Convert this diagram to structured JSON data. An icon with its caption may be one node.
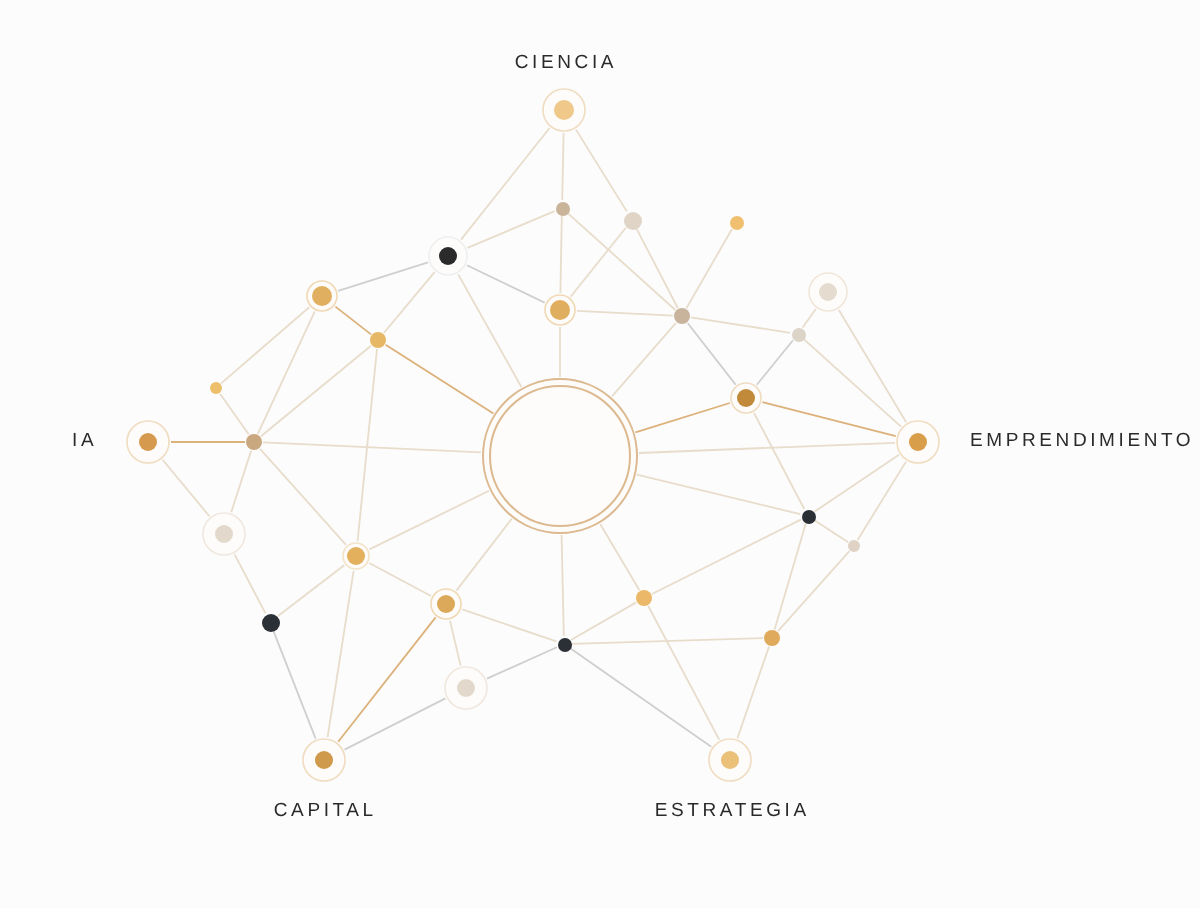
{
  "diagram": {
    "nodes": [
      {
        "text": [],
        "shape": "circle",
        "beside": [
          "CIENCIA"
        ]
      },
      {
        "text": [],
        "shape": "circle"
      },
      {
        "text": [],
        "shape": "circle"
      },
      {
        "text": [],
        "shape": "circle"
      },
      {
        "text": [],
        "shape": "circle"
      },
      {
        "text": [],
        "shape": "circle"
      },
      {
        "text": [],
        "shape": "circle"
      },
      {
        "text": [],
        "shape": "circle"
      },
      {
        "text": [],
        "shape": "circle"
      },
      {
        "text": [],
        "shape": "circle"
      },
      {
        "text": [],
        "shape": "circle"
      },
      {
        "text": [],
        "shape": "circle"
      },
      {
        "text": [],
        "shape": "circle"
      },
      {
        "text": [],
        "shape": "circle",
        "beside": [
          "IA"
        ]
      },
      {
        "text": [],
        "shape": "circle"
      },
      {
        "text": [],
        "shape": "circle"
      },
      {
        "text": [],
        "shape": "circle",
        "beside": [
          "EMPRENDIMIENTO"
        ]
      },
      {
        "text": [],
        "shape": "circle"
      },
      {
        "text": [],
        "shape": "circle"
      },
      {
        "text": [],
        "shape": "circle"
      },
      {
        "text": [],
        "shape": "circle"
      },
      {
        "text": [],
        "shape": "circle"
      },
      {
        "text": [],
        "shape": "circle"
      },
      {
        "text": [],
        "shape": "circle"
      },
      {
        "text": [],
        "shape": "circle"
      },
      {
        "text": [],
        "shape": "circle"
      },
      {
        "text": [],
        "shape": "circle"
      },
      {
        "text": [],
        "shape": "circle",
        "beside": [
          "CAPITAL"
        ]
      },
      {
        "text": [],
        "shape": "circle",
        "beside": [
          "ESTRATEGIA"
        ]
      }
    ],
    "edges": [
      {
        "from": 0,
        "to": 4,
        "arrow": "none"
      },
      {
        "from": 0,
        "to": 1,
        "arrow": "none"
      },
      {
        "from": 0,
        "to": 2,
        "arrow": "none"
      },
      {
        "from": 1,
        "to": 4,
        "arrow": "none"
      },
      {
        "from": 1,
        "to": 7,
        "arrow": "none"
      },
      {
        "from": 1,
        "to": 8,
        "arrow": "none"
      },
      {
        "from": 2,
        "to": 7,
        "arrow": "none"
      },
      {
        "from": 2,
        "to": 8,
        "arrow": "none"
      },
      {
        "from": 3,
        "to": 8,
        "arrow": "none"
      },
      {
        "from": 4,
        "to": 6,
        "arrow": "none",
        "color": "#cfcfcf"
      },
      {
        "from": 4,
        "to": 7,
        "arrow": "none",
        "color": "#cfcfcf"
      },
      {
        "from": 4,
        "to": 10,
        "arrow": "none"
      },
      {
        "from": 4,
        "to": 15,
        "arrow": "none"
      },
      {
        "from": 5,
        "to": 9,
        "arrow": "none"
      },
      {
        "from": 5,
        "to": 16,
        "arrow": "none"
      },
      {
        "from": 6,
        "to": 10,
        "arrow": "none",
        "color": "#dcb17a"
      },
      {
        "from": 6,
        "to": 11,
        "arrow": "none"
      },
      {
        "from": 6,
        "to": 14,
        "arrow": "none"
      },
      {
        "from": 7,
        "to": 8,
        "arrow": "none"
      },
      {
        "from": 7,
        "to": 15,
        "arrow": "none"
      },
      {
        "from": 8,
        "to": 9,
        "arrow": "none"
      },
      {
        "from": 8,
        "to": 12,
        "arrow": "none",
        "color": "#cfcfcf"
      },
      {
        "from": 8,
        "to": 15,
        "arrow": "none"
      },
      {
        "from": 9,
        "to": 12,
        "arrow": "none",
        "color": "#cfcfcf"
      },
      {
        "from": 9,
        "to": 16,
        "arrow": "none"
      },
      {
        "from": 10,
        "to": 14,
        "arrow": "none"
      },
      {
        "from": 10,
        "to": 15,
        "arrow": "none",
        "color": "#dcb17a"
      },
      {
        "from": 10,
        "to": 20,
        "arrow": "none"
      },
      {
        "from": 11,
        "to": 14,
        "arrow": "none"
      },
      {
        "from": 12,
        "to": 15,
        "arrow": "none",
        "color": "#dcb17a"
      },
      {
        "from": 12,
        "to": 16,
        "arrow": "none",
        "color": "#dcb17a"
      },
      {
        "from": 12,
        "to": 17,
        "arrow": "none"
      },
      {
        "from": 13,
        "to": 14,
        "arrow": "none",
        "color": "#dcb17a"
      },
      {
        "from": 13,
        "to": 18,
        "arrow": "none"
      },
      {
        "from": 14,
        "to": 15,
        "arrow": "none"
      },
      {
        "from": 14,
        "to": 18,
        "arrow": "none"
      },
      {
        "from": 14,
        "to": 20,
        "arrow": "none"
      },
      {
        "from": 15,
        "to": 16,
        "arrow": "none"
      },
      {
        "from": 15,
        "to": 17,
        "arrow": "none"
      },
      {
        "from": 15,
        "to": 21,
        "arrow": "none"
      },
      {
        "from": 15,
        "to": 22,
        "arrow": "none"
      },
      {
        "from": 15,
        "to": 25,
        "arrow": "none"
      },
      {
        "from": 15,
        "to": 20,
        "arrow": "none"
      },
      {
        "from": 16,
        "to": 17,
        "arrow": "none"
      },
      {
        "from": 16,
        "to": 19,
        "arrow": "none"
      },
      {
        "from": 17,
        "to": 19,
        "arrow": "none"
      },
      {
        "from": 17,
        "to": 21,
        "arrow": "none"
      },
      {
        "from": 17,
        "to": 24,
        "arrow": "none"
      },
      {
        "from": 18,
        "to": 23,
        "arrow": "none"
      },
      {
        "from": 19,
        "to": 24,
        "arrow": "none"
      },
      {
        "from": 20,
        "to": 22,
        "arrow": "none"
      },
      {
        "from": 20,
        "to": 23,
        "arrow": "none"
      },
      {
        "from": 20,
        "to": 27,
        "arrow": "none"
      },
      {
        "from": 21,
        "to": 25,
        "arrow": "none"
      },
      {
        "from": 21,
        "to": 28,
        "arrow": "none"
      },
      {
        "from": 22,
        "to": 25,
        "arrow": "none"
      },
      {
        "from": 22,
        "to": 26,
        "arrow": "none"
      },
      {
        "from": 22,
        "to": 27,
        "arrow": "none",
        "color": "#dcb17a"
      },
      {
        "from": 23,
        "to": 27,
        "arrow": "none",
        "color": "#cfcfcf"
      },
      {
        "from": 24,
        "to": 25,
        "arrow": "none"
      },
      {
        "from": 24,
        "to": 28,
        "arrow": "none"
      },
      {
        "from": 25,
        "to": 26,
        "arrow": "none",
        "color": "#cfcfcf"
      },
      {
        "from": 25,
        "to": 28,
        "arrow": "none",
        "color": "#cfcfcf"
      },
      {
        "from": 26,
        "to": 27,
        "arrow": "none",
        "color": "#cfcfcf"
      }
    ]
  }
}
